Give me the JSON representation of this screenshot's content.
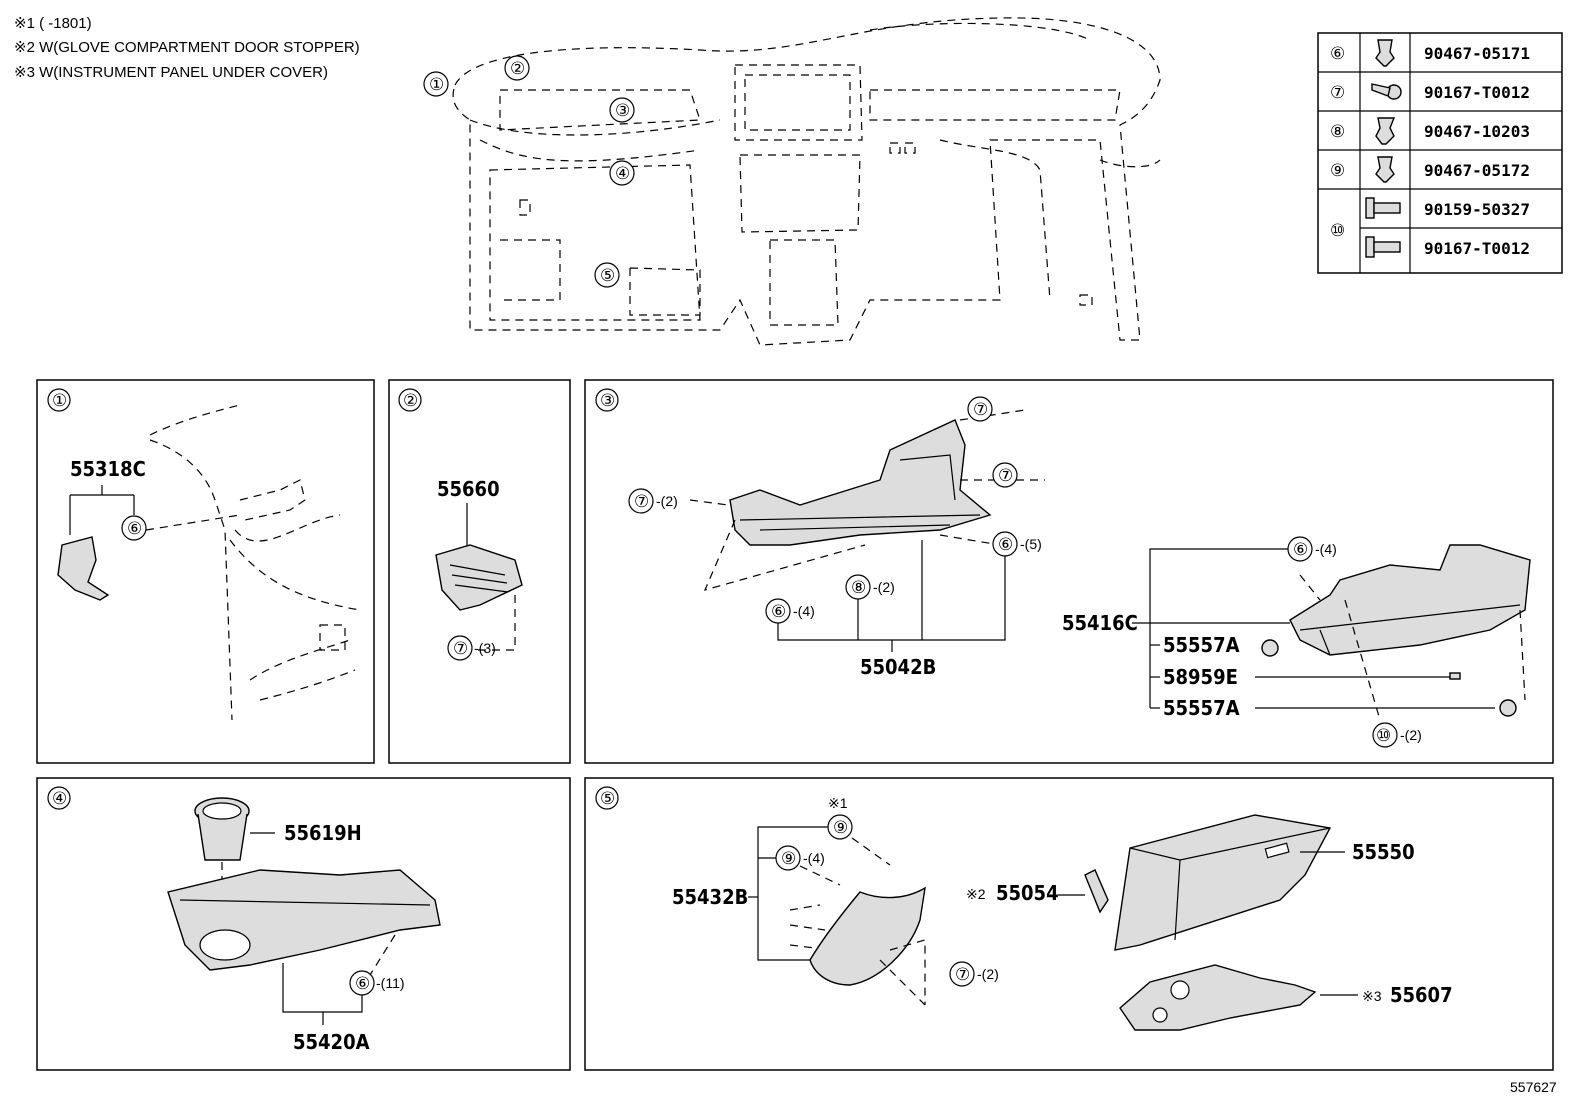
{
  "notes": [
    "※1 (     -1801)",
    "※2 W(GLOVE COMPARTMENT DOOR STOPPER)",
    "※3 W(INSTRUMENT PANEL UNDER COVER)"
  ],
  "index_callouts": [
    "①",
    "②",
    "③",
    "④",
    "⑤"
  ],
  "fastener_table": {
    "rows": [
      {
        "callout": "⑥",
        "part_number": "90467-05171",
        "icon": "clip-icon"
      },
      {
        "callout": "⑦",
        "part_number": "90167-T0012",
        "icon": "screw-icon"
      },
      {
        "callout": "⑧",
        "part_number": "90467-10203",
        "icon": "clip-icon"
      },
      {
        "callout": "⑨",
        "part_number": "90467-05172",
        "icon": "clip-icon"
      },
      {
        "callout": "⑩",
        "part_number": "90159-50327",
        "icon": "bolt-icon"
      },
      {
        "callout": "",
        "part_number": "90167-T0012",
        "icon": "bolt-icon"
      }
    ]
  },
  "panel1": {
    "number": "①",
    "parts": [
      "55318C"
    ],
    "callout_6": "⑥"
  },
  "panel2": {
    "number": "②",
    "parts": [
      "55660"
    ],
    "callout_7": "⑦",
    "qty_7": "-(3)"
  },
  "panel3": {
    "number": "③",
    "parts": [
      "55042B",
      "55416C",
      "55557A",
      "58959E",
      "55557A"
    ],
    "callouts": {
      "c7a": "⑦",
      "c7b": "⑦",
      "c7c": "⑦",
      "q7c": "-(2)",
      "c6a": "⑥",
      "q6a": "-(5)",
      "c8": "⑧",
      "q8": "-(2)",
      "c6b": "⑥",
      "q6b": "-(4)",
      "c6c": "⑥",
      "q6c": "-(4)",
      "c10": "⑩",
      "q10": "-(2)"
    }
  },
  "panel4": {
    "number": "④",
    "parts": [
      "55619H",
      "55420A"
    ],
    "callout_6": "⑥",
    "qty_6": "-(11)"
  },
  "panel5": {
    "number": "⑤",
    "parts": [
      "55432B",
      "55054",
      "55550",
      "55607"
    ],
    "mark1": "※1",
    "mark2": "※2",
    "mark3": "※3",
    "callouts": {
      "c9a": "⑨",
      "c9b": "⑨",
      "q9b": "-(4)",
      "c7": "⑦",
      "q7": "-(2)"
    }
  },
  "diagram_id": "557627"
}
